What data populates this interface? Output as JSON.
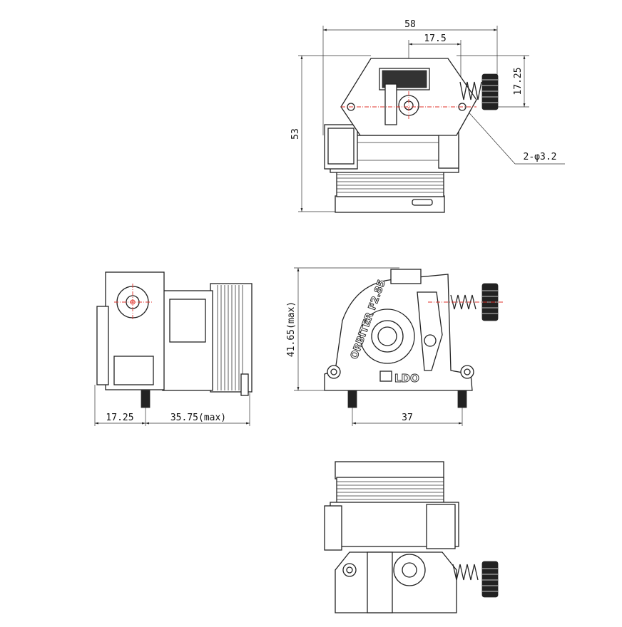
{
  "dimensions": {
    "top_width": "58",
    "top_offset": "17.5",
    "top_right_height": "17.25",
    "top_height": "53",
    "hole_callout": "2-φ3.2",
    "side_left": "17.25",
    "side_right": "35.75(max)",
    "front_height": "41.65(max)",
    "front_width": "37"
  },
  "labels": {
    "model": "ORBITER F2.85",
    "brand": "LDO"
  }
}
